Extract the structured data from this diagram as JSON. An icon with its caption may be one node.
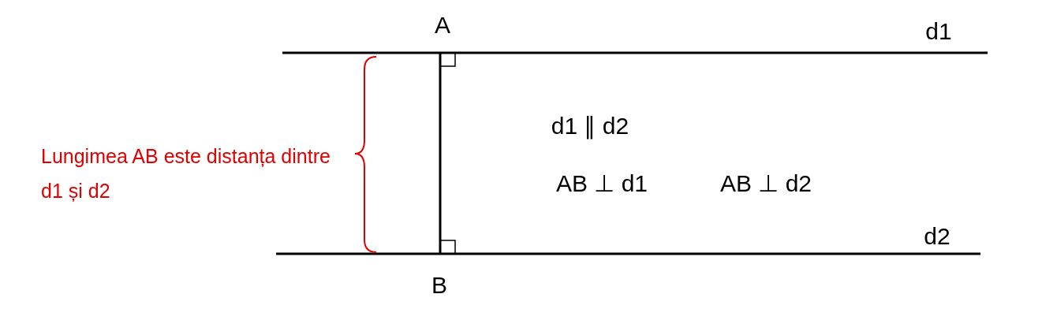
{
  "diagram": {
    "labels": [
      "A",
      "d1",
      "d1 ∥ d2",
      "AB ⊥ d1",
      "AB ⊥ d2",
      "d2",
      "B",
      "Lungimea AB este distanța dintre d1 și d2"
    ]
  }
}
